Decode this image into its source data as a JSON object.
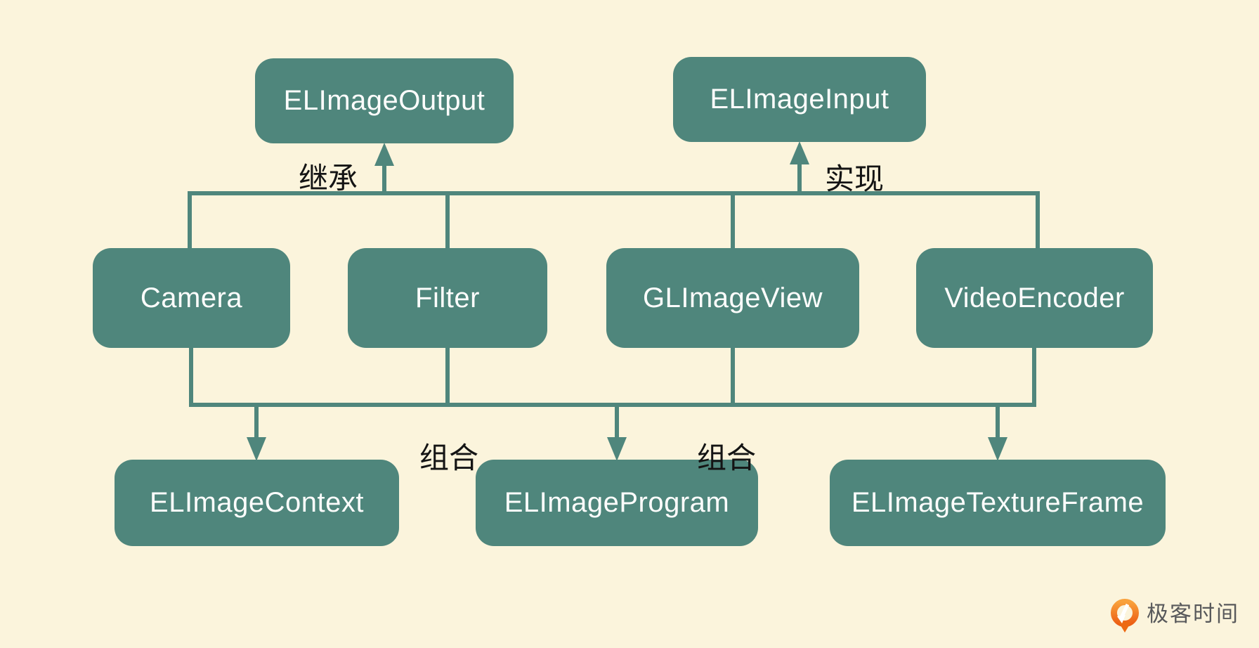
{
  "diagram": {
    "title": "ELImage class relationship diagram",
    "background_color": "#FBF4DC",
    "accent_color": "#4F867C",
    "nodes": {
      "el_image_output": "ELImageOutput",
      "el_image_input": "ELImageInput",
      "camera": "Camera",
      "filter": "Filter",
      "gl_image_view": "GLImageView",
      "video_encoder": "VideoEncoder",
      "el_image_context": "ELImageContext",
      "el_image_program": "ELImageProgram",
      "el_image_texture_frame": "ELImageTextureFrame"
    },
    "edge_labels": {
      "inherit": "继承",
      "implement": "实现",
      "compose_left": "组合",
      "compose_right": "组合"
    }
  },
  "branding": {
    "logo_text": "极客时间",
    "logo_orange": "#ED6A13"
  }
}
